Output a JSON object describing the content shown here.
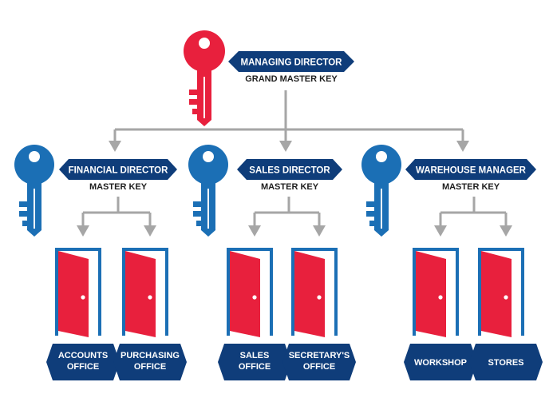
{
  "colors": {
    "red": "#e8203d",
    "blue": "#1b6fb5",
    "navy": "#0f3d7a",
    "gray": "#a6a6a6",
    "white": "#ffffff",
    "dark_text": "#1e1e1e"
  },
  "top": {
    "role": "MANAGING DIRECTOR",
    "key_level": "GRAND MASTER KEY",
    "icon": "key-icon-red"
  },
  "branches": [
    {
      "role": "FINANCIAL DIRECTOR",
      "key_level": "MASTER KEY",
      "icon": "key-icon-blue",
      "offices": [
        {
          "lines": [
            "ACCOUNTS",
            "OFFICE"
          ],
          "icon": "door-icon"
        },
        {
          "lines": [
            "PURCHASING",
            "OFFICE"
          ],
          "icon": "door-icon"
        }
      ]
    },
    {
      "role": "SALES DIRECTOR",
      "key_level": "MASTER KEY",
      "icon": "key-icon-blue",
      "offices": [
        {
          "lines": [
            "SALES",
            "OFFICE"
          ],
          "icon": "door-icon"
        },
        {
          "lines": [
            "SECRETARY'S",
            "OFFICE"
          ],
          "icon": "door-icon"
        }
      ]
    },
    {
      "role": "WAREHOUSE MANAGER",
      "key_level": "MASTER KEY",
      "icon": "key-icon-blue",
      "offices": [
        {
          "lines": [
            "WORKSHOP"
          ],
          "icon": "door-icon"
        },
        {
          "lines": [
            "STORES"
          ],
          "icon": "door-icon"
        }
      ]
    }
  ]
}
